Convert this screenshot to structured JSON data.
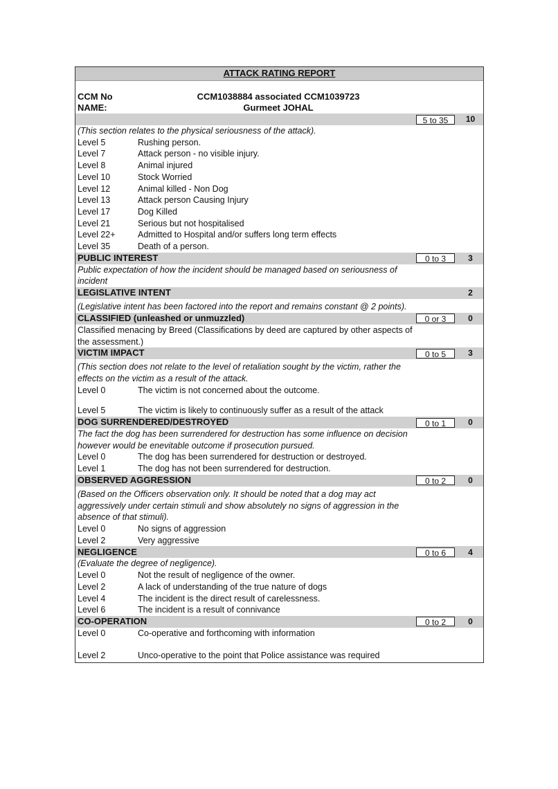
{
  "title": "ATTACK RATING REPORT",
  "ccm": {
    "no_label": "CCM No",
    "no_value": "CCM1038884 associated CCM1039723",
    "name_label": "NAME:",
    "name_value": "Gurmeet JOHAL"
  },
  "sections": {
    "seriousness": {
      "name": "",
      "range": "5 to 35",
      "score": "10",
      "description": "(This section relates to the physical seriousness of the attack).",
      "levels": [
        {
          "code": "Level 5",
          "text": "Rushing person."
        },
        {
          "code": "Level 7",
          "text": "Attack person - no visible injury."
        },
        {
          "code": "Level 8",
          "text": "Animal injured"
        },
        {
          "code": "Level 10",
          "text": "Stock Worried"
        },
        {
          "code": "Level 12",
          "text": "Animal killed - Non Dog"
        },
        {
          "code": "Level 13",
          "text": "Attack person Causing Injury"
        },
        {
          "code": "Level 17",
          "text": "Dog Killed"
        },
        {
          "code": "Level 21",
          "text": "Serious but not hospitalised"
        },
        {
          "code": "Level 22+",
          "text": "Admitted to Hospital and/or suffers long term effects"
        },
        {
          "code": "Level 35",
          "text": "Death of a person."
        }
      ]
    },
    "public_interest": {
      "name": "PUBLIC INTEREST",
      "range": "0 to 3",
      "score": "3",
      "description": "Public expectation of how the incident should be managed based on seriousness of incident"
    },
    "legislative_intent": {
      "name": "LEGISLATIVE INTENT",
      "range": "",
      "score": "2",
      "description": "(Legislative intent has been factored into the report and remains constant @ 2 points)."
    },
    "classified": {
      "name": "CLASSIFIED (unleashed or unmuzzled)",
      "range": "0 or 3",
      "score": "0",
      "description": "Classified menacing by Breed (Classifications by deed are captured by other aspects of the assessment.)"
    },
    "victim_impact": {
      "name": "VICTIM IMPACT",
      "range": "0 to 5",
      "score": "3",
      "description": "(This section does not relate to the level of retaliation sought by the victim, rather the effects on the victim as a result of the attack.",
      "levels": [
        {
          "code": "Level 0",
          "text": "The victim is not concerned about the outcome."
        },
        {
          "code": "Level 5",
          "text": "The victim is likely to continuously suffer as a result of the attack"
        }
      ]
    },
    "dog_surrendered": {
      "name": "DOG SURRENDERED/DESTROYED",
      "range": "0 to 1",
      "score": "0",
      "description": "The fact the dog has been surrendered for destruction has some influence on decision however would be enevitable outcome if prosecution pursued.",
      "levels": [
        {
          "code": "Level 0",
          "text": "The dog has been surrendered for destruction or destroyed."
        },
        {
          "code": "Level 1",
          "text": "The dog has not been surrendered for destruction."
        }
      ]
    },
    "observed_aggression": {
      "name": "OBSERVED AGGRESSION",
      "range": "0 to 2",
      "score": "0",
      "description": "(Based on the Officers observation only. It should be noted that a dog may act aggressively under certain stimuli and show absolutely no signs of aggression in the absence of that stimuli).",
      "levels": [
        {
          "code": "Level 0",
          "text": "No signs of aggression"
        },
        {
          "code": "Level 2",
          "text": "Very aggressive"
        }
      ]
    },
    "negligence": {
      "name": "NEGLIGENCE",
      "range": "0 to 6",
      "score": "4",
      "description": "(Evaluate the degree of negligence).",
      "levels": [
        {
          "code": "Level 0",
          "text": "Not the result of negligence of the owner."
        },
        {
          "code": "Level 2",
          "text": "A lack of understanding of the true nature of dogs"
        },
        {
          "code": "Level 4",
          "text": "The incident is the direct result of carelessness."
        },
        {
          "code": "Level 6",
          "text": "The incident is a result of connivance"
        }
      ]
    },
    "co_operation": {
      "name": "CO-OPERATION",
      "range": "0 to 2",
      "score": "0",
      "levels": [
        {
          "code": "Level 0",
          "text": "Co-operative and forthcoming with information"
        },
        {
          "code": "Level 2",
          "text": "Unco-operative to the point that Police assistance was required"
        }
      ]
    }
  }
}
